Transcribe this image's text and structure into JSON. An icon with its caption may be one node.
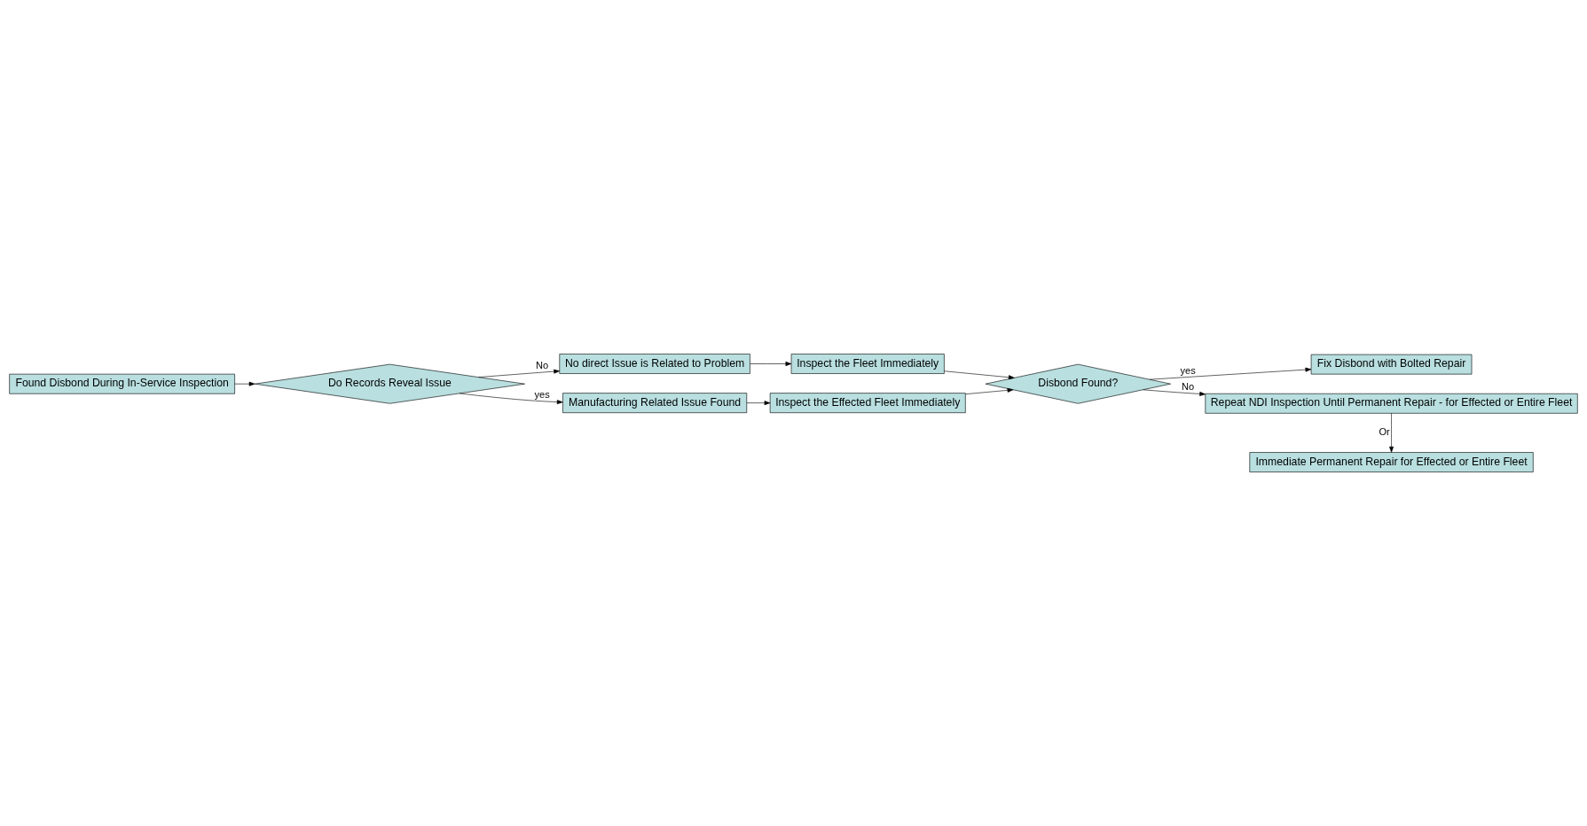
{
  "diagram": {
    "nodes": [
      {
        "text": [
          "Found Disbond During In-Service Inspection"
        ]
      },
      {
        "text": [
          "Do Records Reveal Issue"
        ]
      },
      {
        "text": [
          "No direct Issue is Related to Problem"
        ]
      },
      {
        "text": [
          "Manufacturing Related Issue Found"
        ]
      },
      {
        "text": [
          "Inspect the Fleet Immediately"
        ]
      },
      {
        "text": [
          "Inspect the Effected Fleet Immediately"
        ]
      },
      {
        "text": [
          "Disbond Found?"
        ]
      },
      {
        "text": [
          "Fix Disbond with Bolted Repair"
        ]
      },
      {
        "text": [
          "Repeat NDI Inspection Until Permanent Repair - for Effected or Entire Fleet"
        ]
      },
      {
        "text": [
          "Immediate Permanent Repair for Effected or Entire Fleet"
        ]
      }
    ],
    "edges": [
      {
        "from": 0,
        "to": 1,
        "arrow": "to"
      },
      {
        "from": 1,
        "to": 2,
        "arrow": "to",
        "label": "No"
      },
      {
        "from": 1,
        "to": 3,
        "arrow": "to",
        "label": "yes"
      },
      {
        "from": 2,
        "to": 4,
        "arrow": "to"
      },
      {
        "from": 3,
        "to": 5,
        "arrow": "to"
      },
      {
        "from": 4,
        "to": 6,
        "arrow": "to"
      },
      {
        "from": 5,
        "to": 6,
        "arrow": "to"
      },
      {
        "from": 6,
        "to": 7,
        "arrow": "to",
        "label": "yes"
      },
      {
        "from": 6,
        "to": 8,
        "arrow": "to",
        "label": "No"
      },
      {
        "from": 8,
        "to": 9,
        "arrow": "to",
        "label": "Or"
      }
    ]
  }
}
